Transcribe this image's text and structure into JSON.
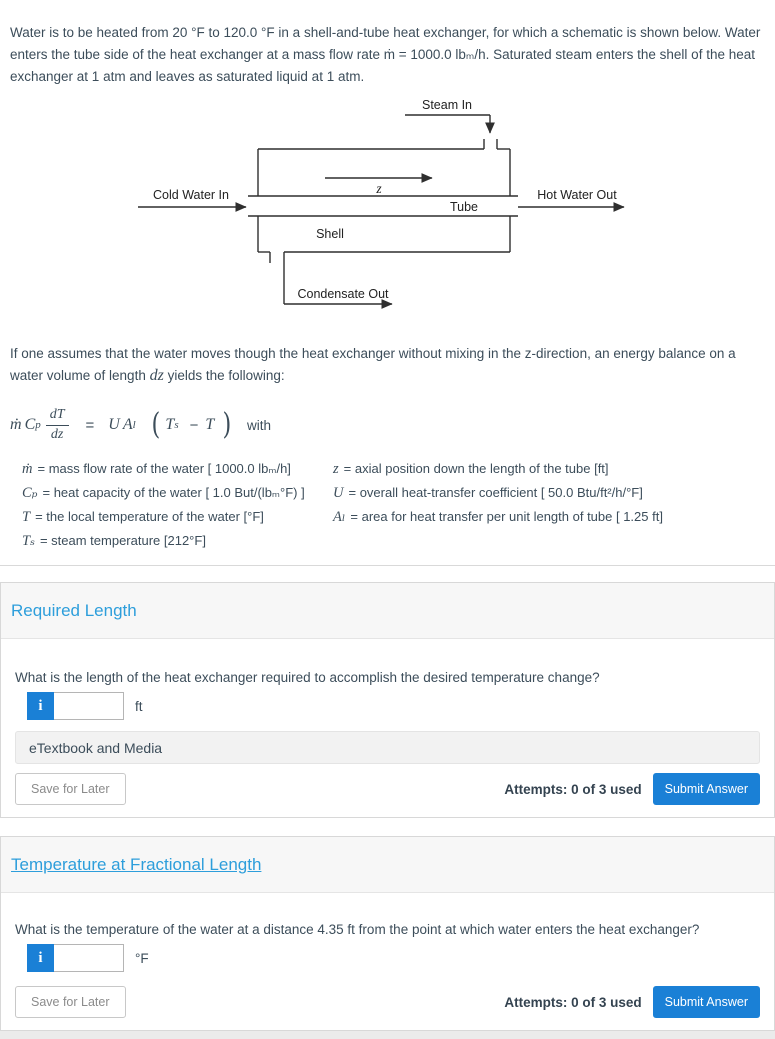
{
  "intro": "Water is to be heated from 20 °F to 120.0 °F in a shell-and-tube heat exchanger, for which a schematic is shown below. Water enters the tube side of the heat exchanger at a mass flow rate ṁ = 1000.0 lbₘ/h. Saturated steam enters the shell of the heat exchanger at 1 atm and leaves as saturated liquid at 1 atm.",
  "diagram": {
    "steam_in": "Steam In",
    "cold_water_in": "Cold Water In",
    "hot_water_out": "Hot Water Out",
    "z_label": "z",
    "tube": "Tube",
    "shell": "Shell",
    "condensate_out": "Condensate Out"
  },
  "assumption_pre": "If one assumes that the water moves though the heat exchanger without mixing in the z-direction, an energy balance on a water volume of length",
  "assumption_dz": "dz",
  "assumption_post": "yields the following:",
  "equation": {
    "mdot": "ṁ",
    "C": "C",
    "C_sub": "p",
    "dT": "dT",
    "dz": "dz",
    "eq": "=",
    "U": "U",
    "A": "A",
    "A_sub": "l",
    "lparen": "(",
    "Ts": "T",
    "Ts_sub": "s",
    "minus": "−",
    "T": "T",
    "rparen": ")",
    "with_label": "with"
  },
  "definitions": {
    "left": [
      {
        "sym": "ṁ",
        "text": "= mass flow rate of the water [ 1000.0 lbₘ/h]"
      },
      {
        "sym": "Cₚ",
        "text": "= heat capacity of the water [ 1.0 But/(lbₘ°F) ]"
      },
      {
        "sym": "T",
        "text": "= the local temperature of the water [°F]"
      },
      {
        "sym": "Tₛ",
        "text": "= steam temperature [212°F]"
      }
    ],
    "right": [
      {
        "sym": "z",
        "text": "= axial position down the length of the tube [ft]"
      },
      {
        "sym": "U",
        "text": "= overall heat-transfer coefficient [ 50.0 Btu/ft²/h/°F]"
      },
      {
        "sym": "Aₗ",
        "text": "= area for heat transfer per unit length of tube [ 1.25 ft]"
      }
    ]
  },
  "sections": [
    {
      "title": "Required Length",
      "question": "What is the length of the heat exchanger required to accomplish the desired temperature change?",
      "info_button": "i",
      "input_value": "",
      "unit": "ft",
      "etextbook_label": "eTextbook and Media",
      "save_label": "Save for Later",
      "attempts": "Attempts: 0 of 3 used",
      "submit_label": "Submit Answer"
    },
    {
      "title": "Temperature at Fractional Length",
      "question": "What is the temperature of the water at a distance 4.35 ft from the point at which water enters the heat exchanger?",
      "info_button": "i",
      "input_value": "",
      "unit": "°F",
      "save_label": "Save for Later",
      "attempts": "Attempts: 0 of 3 used",
      "submit_label": "Submit Answer"
    }
  ],
  "colors": {
    "accent_blue": "#2d9edb",
    "button_blue": "#1a80d6"
  }
}
